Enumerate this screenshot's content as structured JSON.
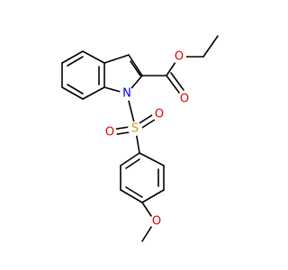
{
  "molecule": {
    "atoms": {
      "o_carbonyl": {
        "symbol": "O",
        "color": "#e00000"
      },
      "o_ester": {
        "symbol": "O",
        "color": "#e00000"
      },
      "n_indole": {
        "symbol": "N",
        "color": "#0000ff"
      },
      "s_sulfonyl": {
        "symbol": "S",
        "color": "#c8a000"
      },
      "o_sulfonyl_left": {
        "symbol": "O",
        "color": "#e00000"
      },
      "o_sulfonyl_right": {
        "symbol": "O",
        "color": "#e00000"
      },
      "o_methoxy": {
        "symbol": "O",
        "color": "#e00000"
      }
    }
  }
}
